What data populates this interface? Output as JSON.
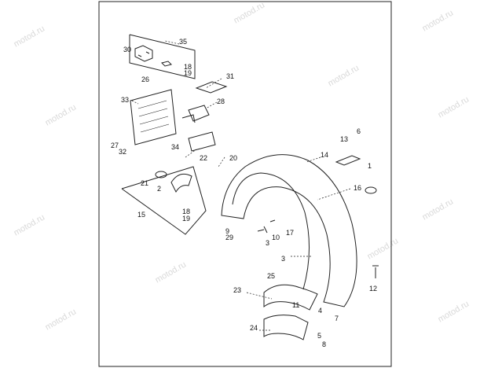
{
  "watermark": "motod.ru",
  "colors": {
    "line": "#222222",
    "background": "#ffffff",
    "watermark": "#d9d9d9"
  },
  "callouts": [
    "35",
    "30",
    "18",
    "19",
    "31",
    "26",
    "28",
    "33",
    "13",
    "6",
    "27",
    "32",
    "34",
    "14",
    "1",
    "22",
    "20",
    "21",
    "2",
    "16",
    "15",
    "18",
    "19",
    "9",
    "29",
    "10",
    "17",
    "3",
    "3",
    "12",
    "25",
    "23",
    "11",
    "4",
    "7",
    "24",
    "5",
    "8"
  ]
}
